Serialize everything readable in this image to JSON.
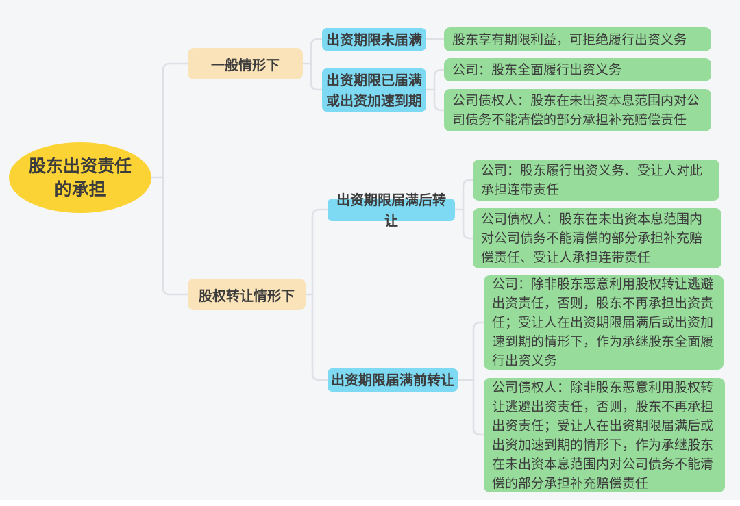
{
  "root": {
    "label": "股东出资责任的承担"
  },
  "branches": [
    {
      "label": "一般情形下",
      "children": [
        {
          "label": "出资期限未届满",
          "leaves": [
            "股东享有期限利益，可拒绝履行出资义务"
          ]
        },
        {
          "label": "出资期限已届满或出资加速到期",
          "leaves": [
            "公司：股东全面履行出资义务",
            "公司债权人：股东在未出资本息范围内对公司债务不能清偿的部分承担补充赔偿责任"
          ]
        }
      ]
    },
    {
      "label": "股权转让情形下",
      "children": [
        {
          "label": "出资期限届满后转让",
          "leaves": [
            "公司：股东履行出资义务、受让人对此承担连带责任",
            "公司债权人：股东在未出资本息范围内对公司债务不能清偿的部分承担补充赔偿责任、受让人承担连带责任"
          ]
        },
        {
          "label": "出资期限届满前转让",
          "leaves": [
            "公司：除非股东恶意利用股权转让逃避出资责任，否则，股东不再承担出资责任；受让人在出资期限届满后或出资加速到期的情形下，作为承继股东全面履行出资义务",
            "公司债权人：除非股东恶意利用股权转让逃避出资责任，否则，股东不再承担出资责任；受让人在出资期限届满后或出资加速到期的情形下，作为承继股东在未出资本息范围内对公司债务不能清偿的部分承担补充赔偿责任"
          ]
        }
      ]
    }
  ],
  "colors": {
    "bg": "#f5f6f8",
    "root-fill": "#fcd335",
    "branch-fill": "#fae3b8",
    "sub-fill": "#7ed9f3",
    "leaf-fill": "#97dc9b",
    "line": "#dfe0e6",
    "text": "#3c3c3c"
  }
}
